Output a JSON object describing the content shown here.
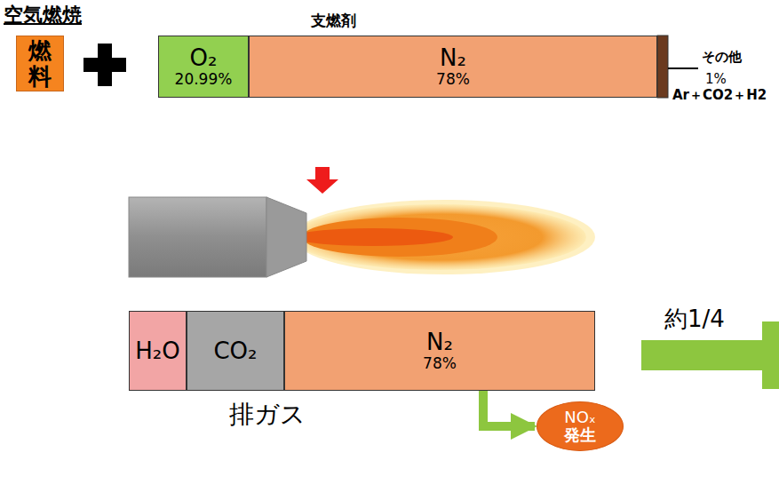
{
  "diagram": {
    "title": "空気燃焼",
    "nodes": [
      {
        "text": [
          "燃料"
        ]
      },
      {
        "text": [
          "O₂",
          "20.99%"
        ]
      },
      {
        "text": [
          "N₂",
          "78%"
        ]
      },
      {
        "text": [
          "H₂O"
        ]
      },
      {
        "text": [
          "CO₂"
        ]
      },
      {
        "text": [
          "N₂",
          "78%"
        ]
      },
      {
        "text": [
          "NOₓ",
          "発生"
        ]
      }
    ],
    "edges": [
      {
        "from": 5,
        "to": 6,
        "arrow": "to"
      }
    ],
    "labels": [
      "支燃剤",
      "その他",
      "1%",
      "Ar＋CO2＋H2",
      "排ガス",
      "約1/4"
    ]
  }
}
